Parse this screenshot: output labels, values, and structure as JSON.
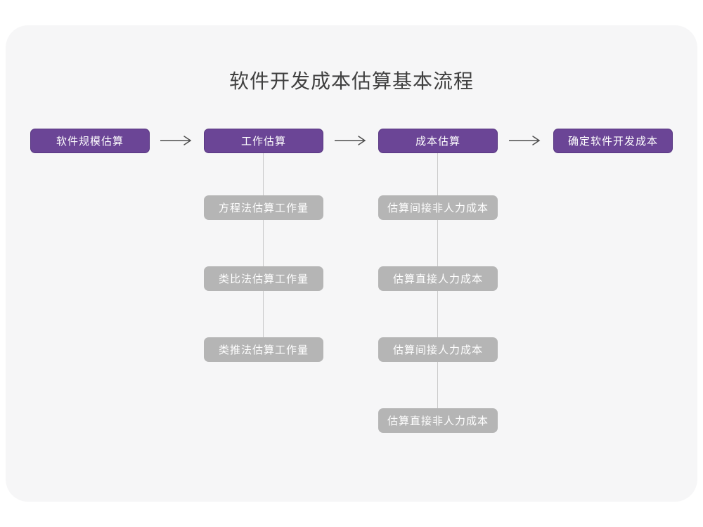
{
  "page": {
    "title": "软件开发成本估算基本流程"
  },
  "colors": {
    "canvas_background": "#ffffff",
    "card_background": "#f6f6f7",
    "primary_node": "#6b4596",
    "primary_node_border": "#583781",
    "secondary_node": "#b5b5b5",
    "node_text": "#ffffff",
    "connector_line": "#c9c9c9",
    "arrow": "#4d4d4d",
    "title_text": "#404040"
  },
  "flow": {
    "main_nodes": [
      {
        "label": "软件规模估算"
      },
      {
        "label": "工作估算"
      },
      {
        "label": "成本估算"
      },
      {
        "label": "确定软件开发成本"
      }
    ],
    "work_estimation_children": [
      {
        "label": "方程法估算工作量"
      },
      {
        "label": "类比法估算工作量"
      },
      {
        "label": "类推法估算工作量"
      }
    ],
    "cost_estimation_children": [
      {
        "label": "估算间接非人力成本"
      },
      {
        "label": "估算直接人力成本"
      },
      {
        "label": "估算间接人力成本"
      },
      {
        "label": "估算直接非人力成本"
      }
    ]
  }
}
